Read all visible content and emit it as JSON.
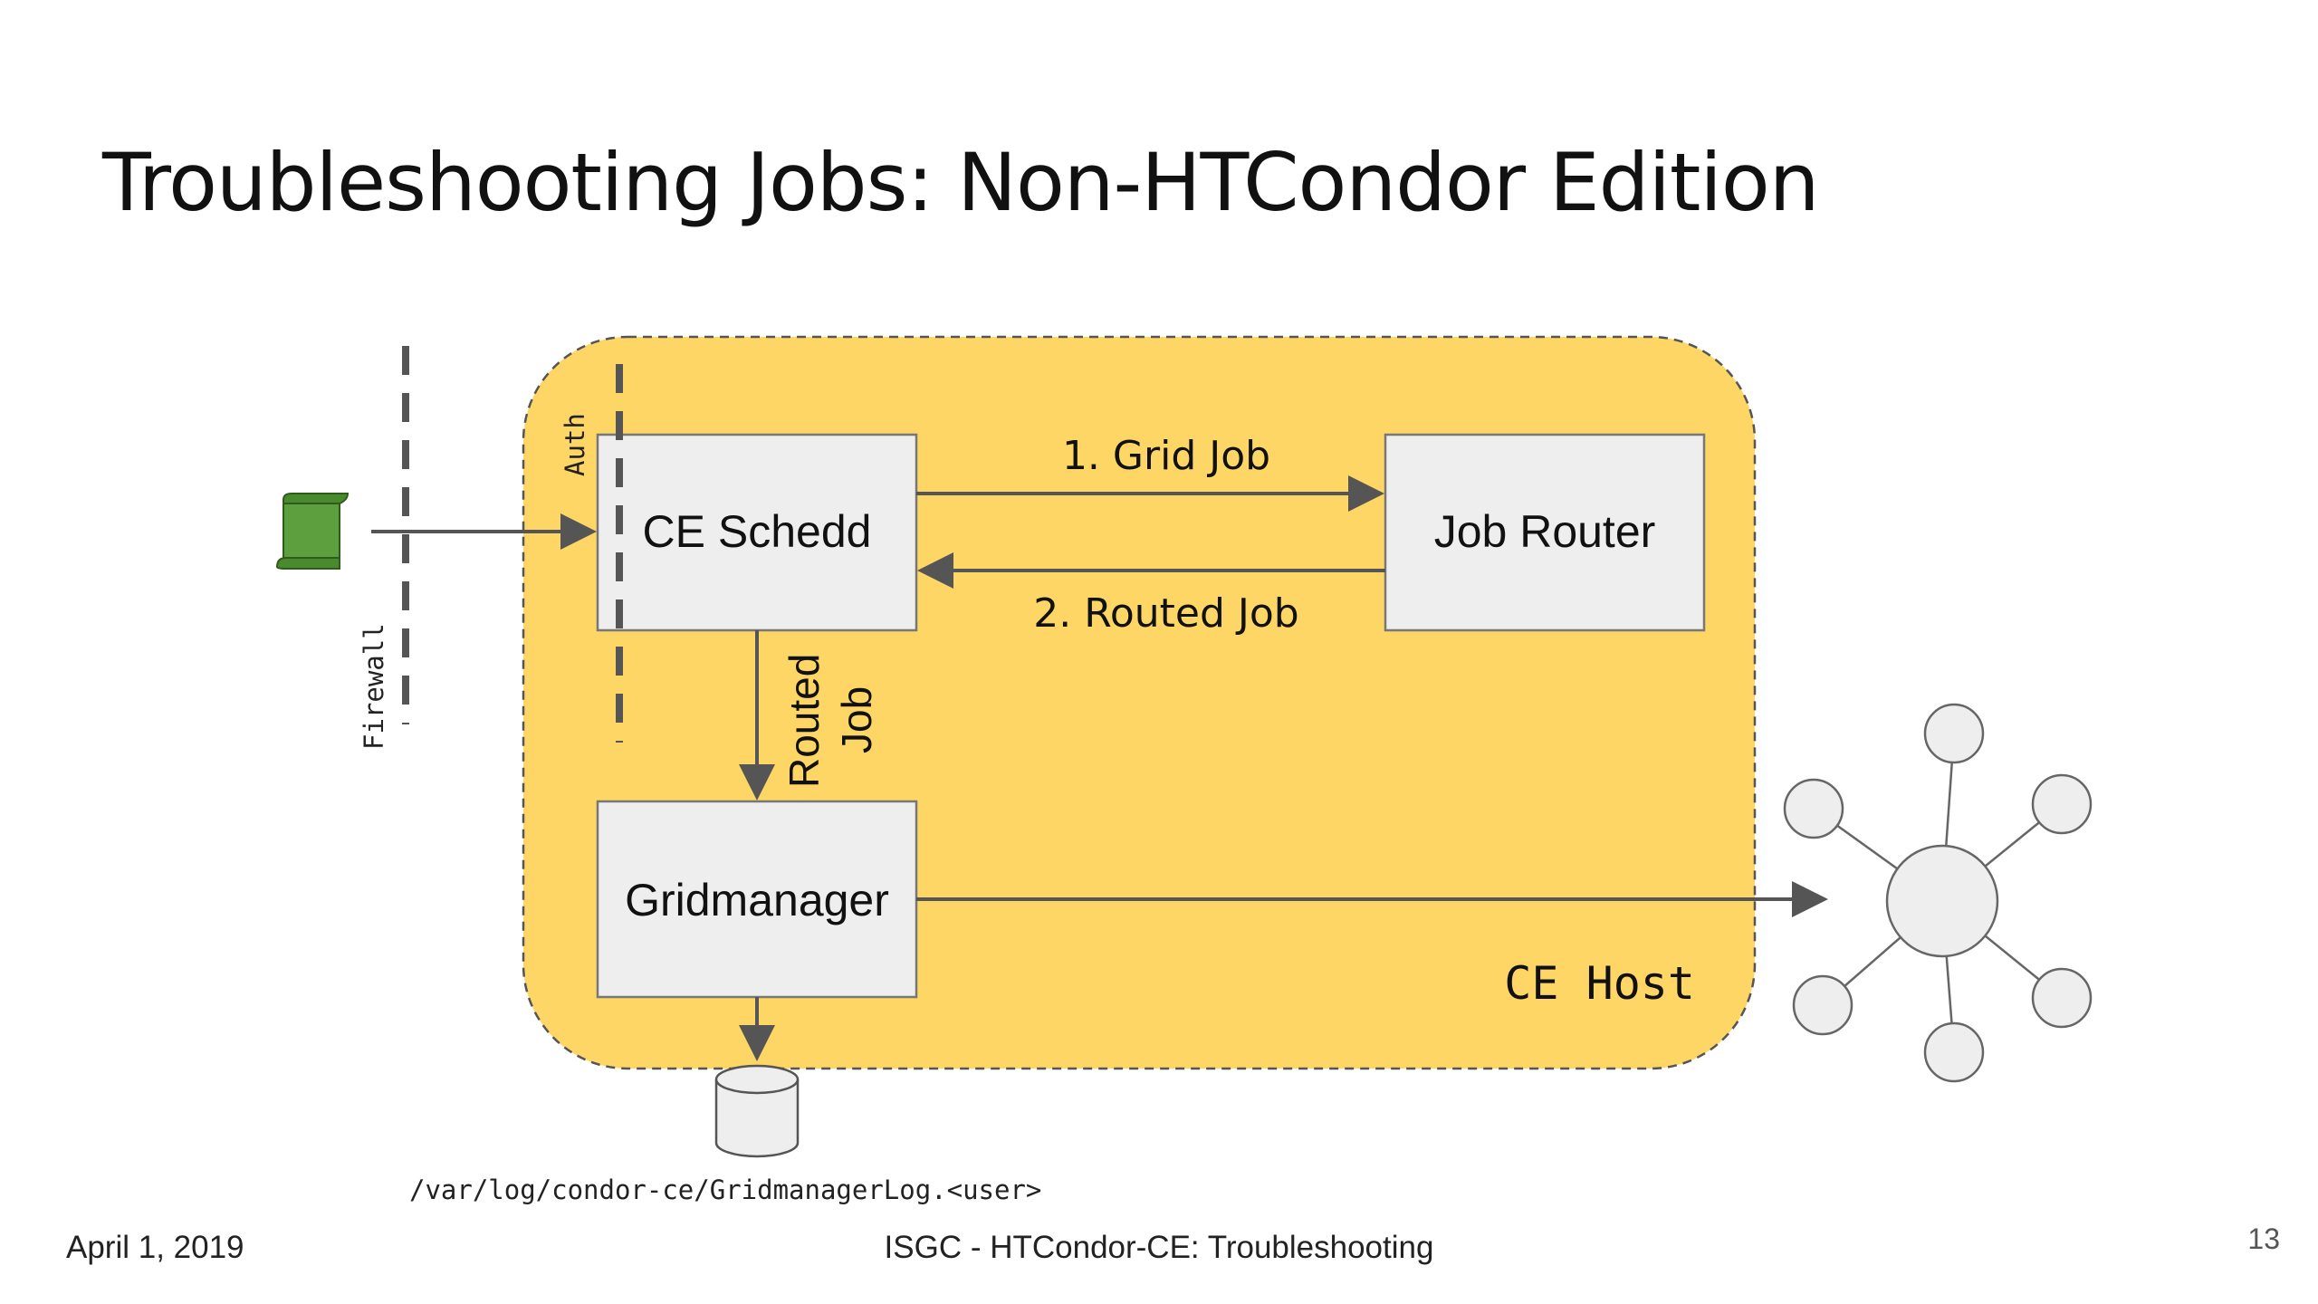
{
  "title": "Troubleshooting Jobs: Non-HTCondor Edition",
  "diagram": {
    "labels": {
      "firewall": "Firewall",
      "auth": "Auth",
      "ce_schedd": "CE Schedd",
      "job_router": "Job Router",
      "gridmanager": "Gridmanager",
      "ce_host": "CE Host",
      "grid_job": "1. Grid Job",
      "routed_job": "2. Routed Job",
      "routed_job_vertical_line1": "Routed",
      "routed_job_vertical_line2": "Job",
      "log_path": "/var/log/condor-ce/GridmanagerLog.<user>"
    },
    "icons": {
      "job_file": "scroll-icon",
      "log_storage": "database-cylinder-icon",
      "batch_cluster": "network-hub-icon"
    },
    "colors": {
      "ce_host_fill": "#fdd666",
      "ce_host_border": "#555555",
      "box_fill": "#eeeeee",
      "box_border": "#777777",
      "arrow": "#555555",
      "firewall": "#555555",
      "scroll_fill": "#5d9f3e",
      "scroll_stroke": "#2e5c1a",
      "node_fill": "#eeeeee",
      "node_stroke": "#666666"
    }
  },
  "footer": {
    "date": "April 1, 2019",
    "center": "ISGC - HTCondor-CE: Troubleshooting",
    "page": "13"
  }
}
